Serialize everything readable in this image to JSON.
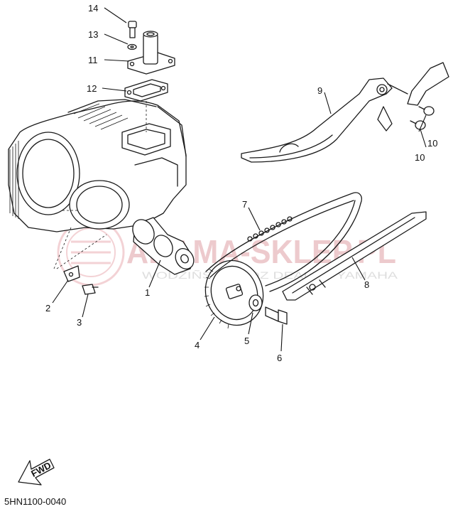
{
  "diagram": {
    "code": "5HN1100-0040",
    "fwd_label": "FWD",
    "callouts": {
      "c1": "1",
      "c2": "2",
      "c3": "3",
      "c4": "4",
      "c5": "5",
      "c6": "6",
      "c7": "7",
      "c8": "8",
      "c9": "9",
      "c10a": "10",
      "c10b": "10",
      "c11": "11",
      "c12": "12",
      "c13": "13",
      "c14": "14"
    }
  },
  "watermark": {
    "main": "ADAMA-SKLEP.PL",
    "sub": "WODZIÑSKI   WIOZ   DEALER YAMAHA",
    "color": "#e6a9ae"
  }
}
